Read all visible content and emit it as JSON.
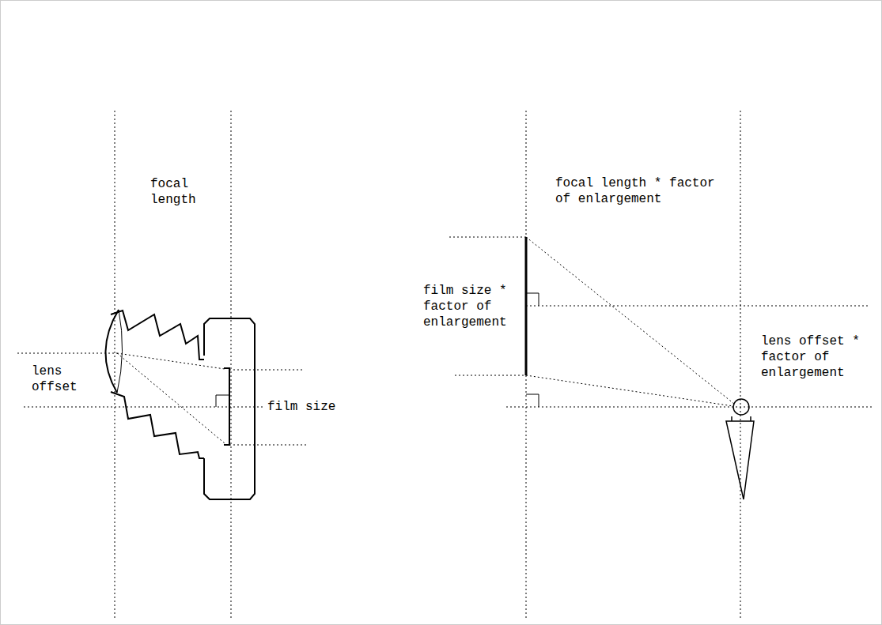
{
  "diagram": {
    "labels": [
      "focal length",
      "lens offset",
      "film size",
      "focal length * factor of enlargement",
      "film size * factor of enlargement",
      "lens offset * factor of enlargement"
    ]
  }
}
